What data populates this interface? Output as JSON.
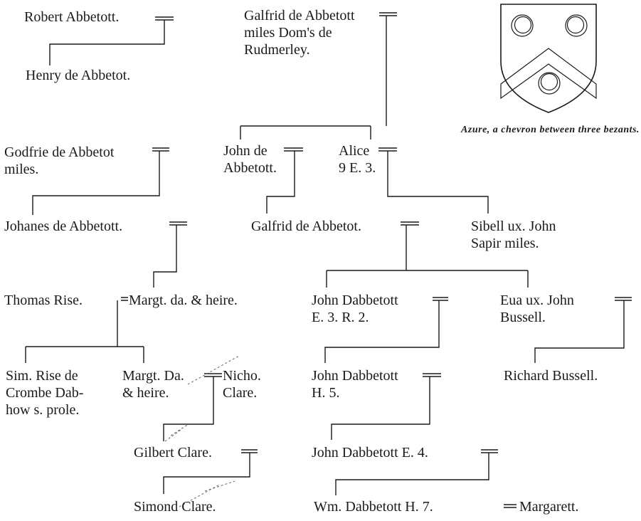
{
  "persons": {
    "robert": "Robert Abbetott.",
    "galfrid_senior": "Galfrid de Abbetott\nmiles Dom's de\nRudmerley.",
    "henry": "Henry de Abbetot.",
    "godfrie": "Godfrie de Abbetot\nmiles.",
    "john_de": "John de\nAbbetott.",
    "alice": "Alice\n9 E. 3.",
    "johanes": "Johanes de Abbetott.",
    "galfrid_junior": "Galfrid de Abbetot.",
    "sibell": "Sibell ux. John\nSapir miles.",
    "thomas_rise": "Thomas Rise.",
    "margt_heire": "Margt. da. & heire.",
    "john_dabbetott_1": "John Dabbetott\nE. 3. R. 2.",
    "eua": "Eua ux. John\nBussell.",
    "sim_rise": "Sim. Rise de\nCrombe Dab-\nhow s. prole.",
    "margt_da": "Margt. Da.\n& heire.",
    "nicho_clare": "Nicho.\nClare.",
    "john_dabbetott_2": "John Dabbetott\nH. 5.",
    "richard_bussell": "Richard Bussell.",
    "gilbert_clare": "Gilbert Clare.",
    "john_dabbetott_3": "John Dabbetott E. 4.",
    "simond_clare": "Simond Clare.",
    "wm_dabbetott": "Wm. Dabbetott H. 7.",
    "margarett": "Margarett."
  },
  "arms": {
    "caption": "Azure, a chevron between\nthree bezants.",
    "field_color": "#ffffff",
    "outline_color": "#1a1a1a"
  }
}
